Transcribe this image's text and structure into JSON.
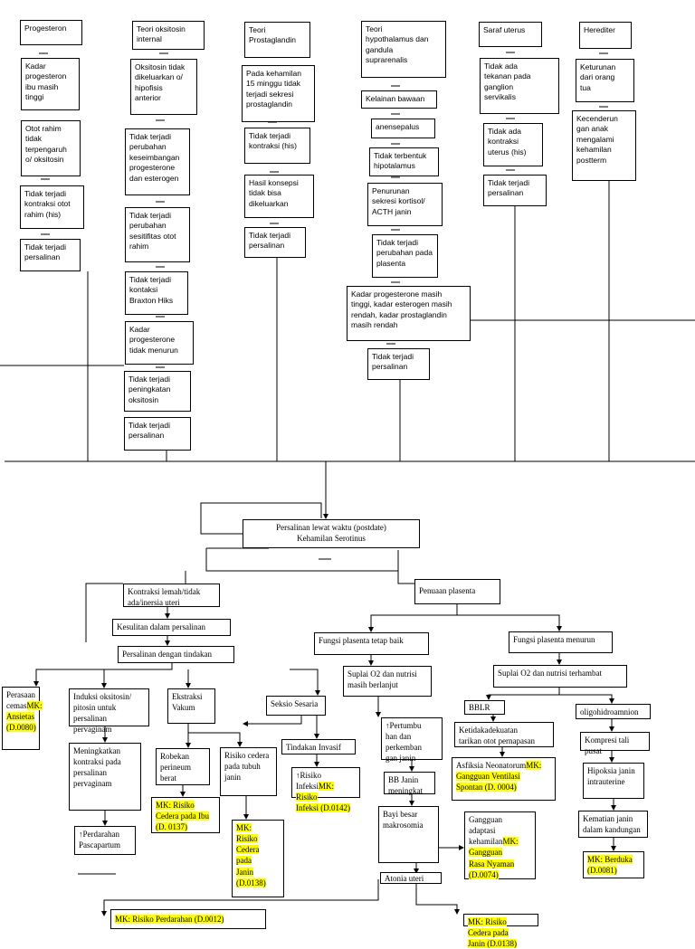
{
  "highlight_color": "#ffff00",
  "nodes": {
    "progesteron": "Progesteron",
    "kadar_progesteron": "Kadar\nprogesteron\nibu masih\ntinggi",
    "otot_rahim": "Otot rahim\ntidak\nterpengaruh\no/ oksitosin",
    "tidak_kontraksi_otot": "Tidak terjadi\nkontraksi otot\nrahim (his)",
    "persalinan_1": "Tidak terjadi\npersalinan",
    "teori_oksitosin": "Teori oksitosin\ninternal",
    "oksitosin_tidak": "Oksitosin tidak\ndikeluarkan o/\nhipofisis\nanterior",
    "perubahan_keseimbangan": "Tidak terjadi\nperubahan\nkeseimbangan\nprogesterone\ndan esterogen",
    "sensitifitas": "Tidak terjadi\nperubahan\nsesitifitas otot\nrahim",
    "braxton": "Tidak terjadi\nkontaksi\nBraxton Hiks",
    "progesterone_menurun": "Kadar\nprogesterone\ntidak menurun",
    "peningkatan_oksitosin": "Tidak terjadi\npeningkatan\noksitosin",
    "persalinan_2": "Tidak terjadi\npersalinan",
    "teori_prostaglandin": "Teori\nProstaglandin",
    "kehamilan_15": "Pada kehamilan\n15 minggu tidak\nterjadi sekresi\nprostaglandin",
    "kontraksi_his": "Tidak terjadi\nkontraksi (his)",
    "hasil_konsepsi": "Hasil konsepsi\ntidak bisa\ndikeluarkan",
    "persalinan_3": "Tidak terjadi\npersalinan",
    "teori_hypothalamus": "Teori\nhypothalamus dan\ngandula\nsuprarenalis",
    "kelainan_bawaan": "Kelainan bawaan",
    "anensepalus": "anensepalus",
    "hipotalamus": "Tidak terbentuk\nhipotalamus",
    "penurunan_sekresi": "Penurunan\nsekresi kortisol/\nACTH janin",
    "perubahan_plasenta": "Tidak terjadi\nperubahan pada\nplasenta",
    "kadar_masih_tinggi": "Kadar progesterone masih\ntinggi, kadar esterogen masih\nrendah, kadar prostaglandin\nmasih rendah",
    "persalinan_4": "Tidak terjadi\npersalinan",
    "saraf_uterus": "Saraf uterus",
    "tekanan_ganglion": "Tidak ada\ntekanan pada\nganglion\nservikalis",
    "kontraksi_uterus": "Tidak ada\nkontraksi\nuterus (his)",
    "persalinan_5": "Tidak terjadi\npersalinan",
    "herediter": "Herediter",
    "keturunan": "Keturunan\ndari orang\ntua",
    "kecenderungan": "Kecenderun\ngan anak\nmengalami\nkehamilan\npostterm",
    "persalinan_lewat": "Persalinan lewat waktu (postdate)\nKehamilan Serotinus",
    "kontraksi_lemah": "Kontraksi lemah/tidak\nada/inersia uteri",
    "kesulitan": "Kesulitan dalam persalinan",
    "persalinan_tindakan": "Persalinan dengan tindakan",
    "perasaan_cemas_label": "Perasaan\ncemas",
    "mk_ansietas": "MK:\nAnsietas\n(D.0080)",
    "induksi": "Induksi oksitosin/\npitosin untuk\npersalinan\npervaginam",
    "meningkatkan_kontraksi": "Meningkatkan\nkontraksi pada\npersalinan\npervaginam",
    "perdarahan_pascapartum": "↑Perdarahan\nPascapartum",
    "ekstraksi": "Ekstraksi\nVakum",
    "robekan": "Robekan\nperineum\nberat",
    "mk_risiko_ibu": "MK: Risiko\nCedera pada Ibu\n(D. 0137)",
    "risiko_tubuh_janin": "Risiko cedera\npada tubuh\njanin",
    "mk_risiko_janin_1": "MK:\nRisiko\nCedera\npada\nJanin\n(D.0138)",
    "seksio": "Seksio Sesaria",
    "tindakan_invasif": "Tindakan Invasif",
    "risiko_infeksi_label": "↑Risiko Infeksi",
    "mk_infeksi": "MK: Risiko\nInfeksi (D.0142)",
    "mk_perdarahan": "MK: Risiko Perdarahan (D.0012)",
    "penuaan_plasenta": "Penuaan plasenta",
    "fungsi_baik": "Fungsi plasenta tetap baik",
    "suplai_berlanjut": "Suplai O2 dan nutrisi\nmasih berlanjut",
    "pertumbuhan": "↑Pertumbu\nhan dan\nperkemban\ngan janin",
    "bb_janin": "BB Janin\nmeningkat",
    "bayi_besar": "Bayi besar\nmakrosomia",
    "atonia": "Atonia uteri",
    "gangguan_label": "Gangguan\nadaptasi\nkehamilan",
    "mk_rasa_nyaman": "MK: Gangguan\nRasa Nyaman\n(D.0074)",
    "mk_risiko_janin_2": "MK: Risiko\nCedera pada\nJanin (D.0138)",
    "fungsi_menurun": "Fungsi plasenta menurun",
    "suplai_terhambat": "Suplai O2 dan nutrisi terhambat",
    "bblr": "BBLR",
    "ketidakadekuatan": "Ketidakadekuatan\ntarikan otot pernapasan",
    "asfiksia_label": "Asfiksia Neonatorum",
    "mk_ventilasi": "MK: Gangguan Ventilasi\nSpontan (D. 0004)",
    "oligohidroamnion": "oligohidroamnion",
    "kompresi": "Kompresi tali pusat",
    "hipoksia": "Hipoksia janin\nintrauterine",
    "kematian": "Kematian janin\ndalam kandungan",
    "mk_berduka": "MK: Berduka\n(D.0081)"
  }
}
